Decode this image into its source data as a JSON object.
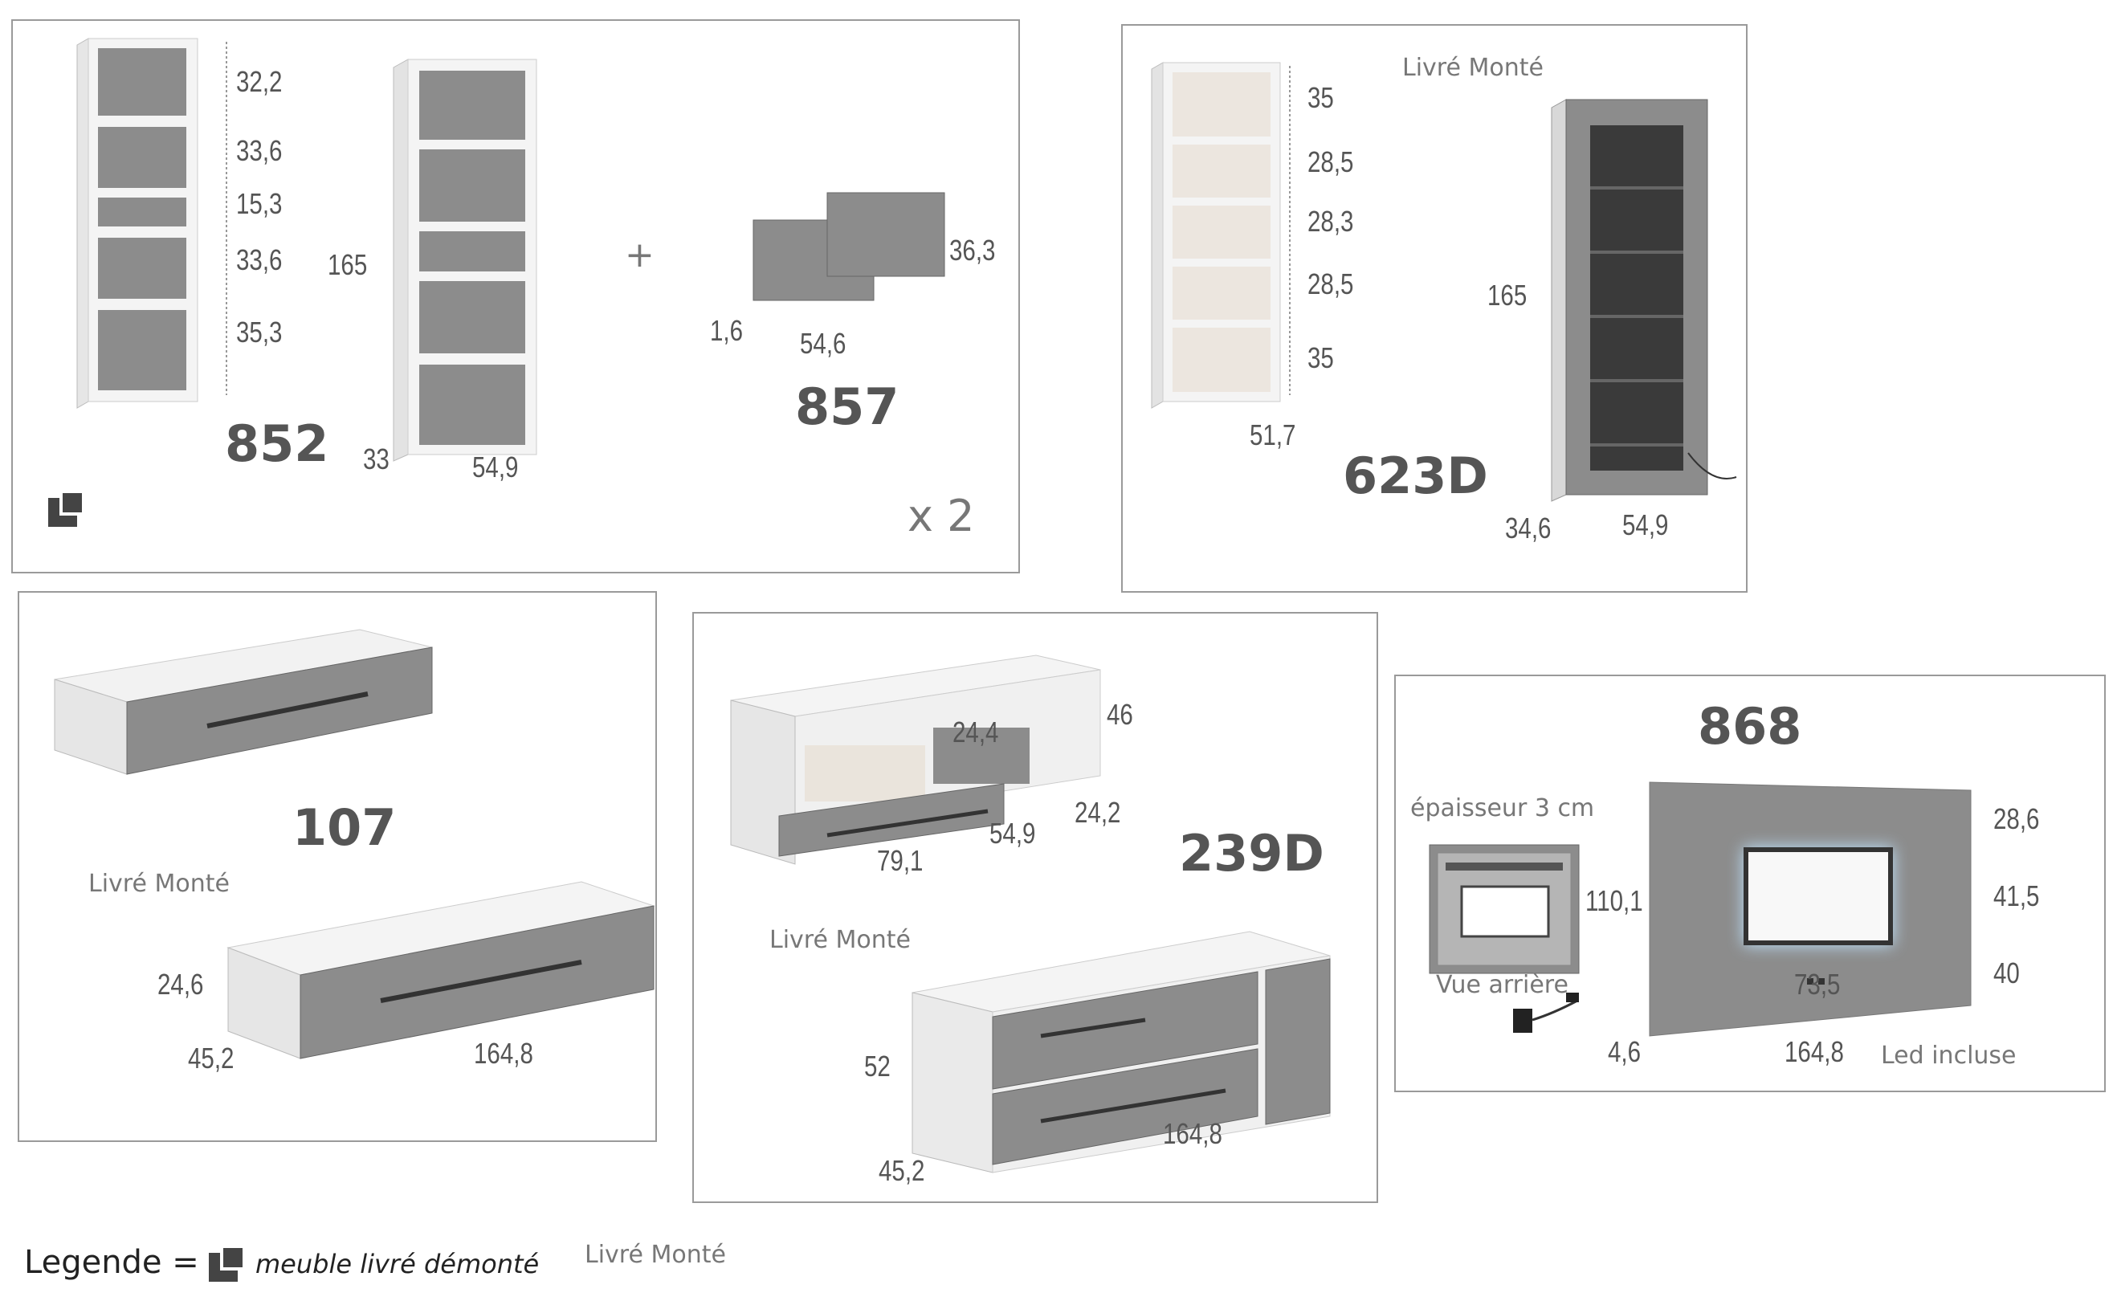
{
  "panel_852_857": {
    "code_852": "852",
    "code_857": "857",
    "shelf_heights": [
      "32,2",
      "33,6",
      "15,3",
      "33,6",
      "35,3"
    ],
    "height": "165",
    "depth": "33",
    "width": "54,9",
    "plus": "+",
    "door_height": "36,3",
    "door_thickness": "1,6",
    "door_width": "54,6",
    "multiplier": "x 2",
    "demonte_icon": "disassembled-furniture-icon"
  },
  "panel_623D": {
    "code": "623D",
    "delivery": "Livré Monté",
    "shelf_heights": [
      "35",
      "28,5",
      "28,3",
      "28,5",
      "35"
    ],
    "open_width": "51,7",
    "height": "165",
    "depth": "34,6",
    "width": "54,9"
  },
  "panel_107": {
    "code": "107",
    "delivery": "Livré Monté",
    "height": "24,6",
    "depth": "45,2",
    "width": "164,8"
  },
  "panel_239D": {
    "code": "239D",
    "delivery": "Livré Monté",
    "niche_height": "24,4",
    "height_top": "46",
    "inner_depth": "24,2",
    "left_width": "79,1",
    "right_width": "54,9",
    "height": "52",
    "depth": "45,2",
    "width": "164,8"
  },
  "panel_868": {
    "code": "868",
    "thickness_note": "épaisseur 3 cm",
    "back_view": "Vue arrière",
    "height_total": "110,1",
    "seg_top": "28,6",
    "seg_mid": "41,5",
    "seg_bottom": "40",
    "screen_width": "73,5",
    "depth": "4,6",
    "width": "164,8",
    "led": "Led incluse"
  },
  "legend": {
    "label": "Legende =",
    "text": "meuble livré démonté",
    "assembled": "Livré Monté"
  },
  "colors": {
    "cabinet_grey": "#8c8c8c",
    "dark_grey": "#555555",
    "white": "#f4f4f4",
    "border": "#9a9a9a"
  }
}
